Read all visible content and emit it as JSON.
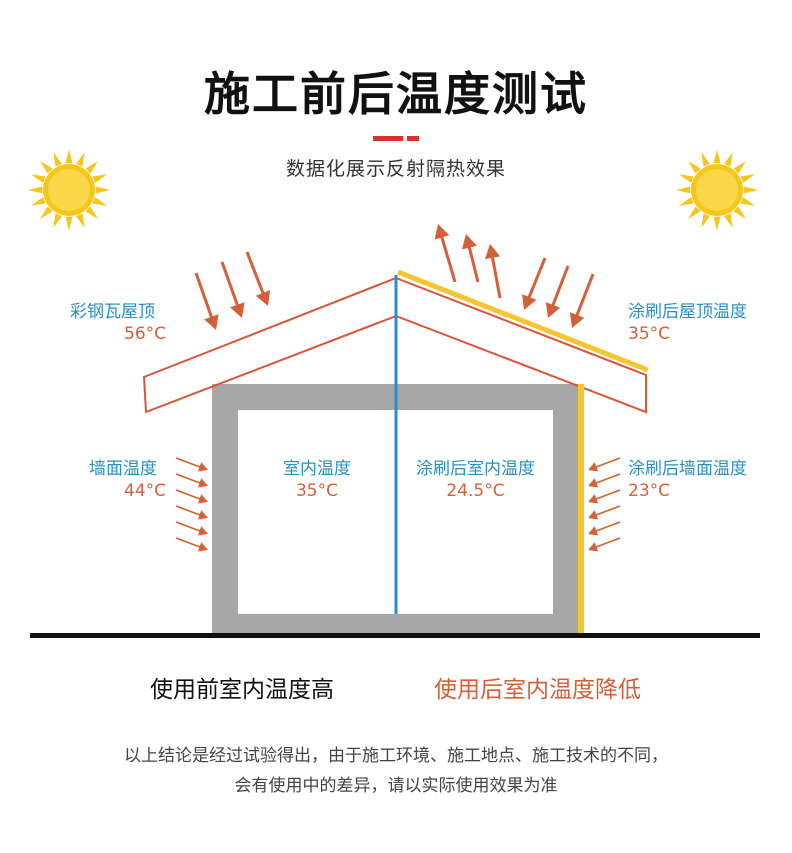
{
  "title": "施工前后温度测试",
  "subtitle": "数据化展示反射隔热效果",
  "labels": {
    "roof_before": {
      "name": "彩钢瓦屋顶",
      "temp": "56°C"
    },
    "roof_after": {
      "name": "涂刷后屋顶温度",
      "temp": "35°C"
    },
    "wall_before": {
      "name": "墙面温度",
      "temp": "44°C"
    },
    "wall_after": {
      "name": "涂刷后墙面温度",
      "temp": "23°C"
    },
    "indoor_before": {
      "name": "室内温度",
      "temp": "35°C"
    },
    "indoor_after": {
      "name": "涂刷后室内温度",
      "temp": "24.5°C"
    }
  },
  "captions": {
    "before": "使用前室内温度高",
    "after": "使用后室内温度降低"
  },
  "note": {
    "line1": "以上结论是经过试验得出，由于施工环境、施工地点、施工技术的不同，",
    "line2": "会有使用中的差异，请以实际使用效果为准"
  },
  "colors": {
    "accent_red": "#d8322a",
    "arrow_orange": "#d4603a",
    "roof_red": "#d9553a",
    "divider_blue": "#2a8fc4",
    "coating_yellow": "#f5c632",
    "wall_gray": "#a7a7a7",
    "sun_yellow": "#f7c61b"
  },
  "icons": [
    "sun-icon",
    "heat-arrow-icon"
  ]
}
